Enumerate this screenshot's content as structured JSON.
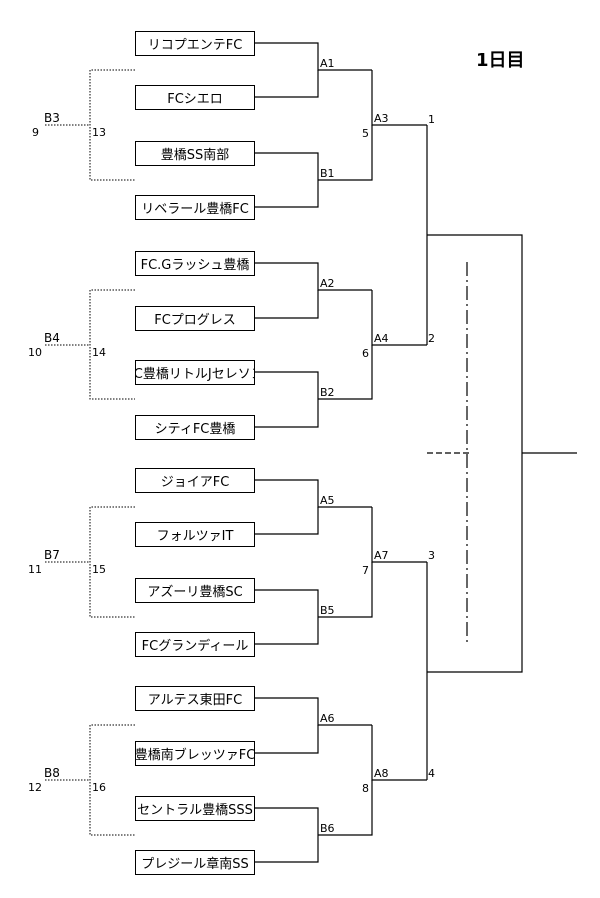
{
  "title": "1日目",
  "teams": [
    "リコプエンテFC",
    "FCシエロ",
    "豊橋SS南部",
    "リベラール豊橋FC",
    "FC.Gラッシュ豊橋",
    "FCプログレス",
    "FC豊橋リトルJセレソン",
    "シティFC豊橋",
    "ジョイアFC",
    "フォルツァIT",
    "アズーリ豊橋SC",
    "FCグランディール",
    "アルテス東田FC",
    "豊橋南ブレッツァFC",
    "セントラル豊橋SSS",
    "プレジール章南SS"
  ],
  "matches_first": [
    "A1",
    "B1",
    "A2",
    "B2",
    "A5",
    "B5",
    "A6",
    "B6"
  ],
  "matches_second": [
    {
      "label": "A3",
      "num": "5"
    },
    {
      "label": "A4",
      "num": "6"
    },
    {
      "label": "A7",
      "num": "7"
    },
    {
      "label": "A8",
      "num": "8"
    }
  ],
  "matches_third": [
    "1",
    "2",
    "3",
    "4"
  ],
  "side_matches": [
    {
      "label": "B3",
      "left": "9",
      "right": "13"
    },
    {
      "label": "B4",
      "left": "10",
      "right": "14"
    },
    {
      "label": "B7",
      "left": "11",
      "right": "15"
    },
    {
      "label": "B8",
      "left": "12",
      "right": "16"
    }
  ]
}
